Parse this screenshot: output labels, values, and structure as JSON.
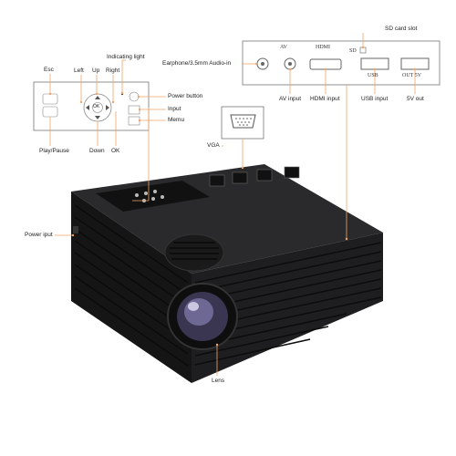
{
  "labels": {
    "sd_card_slot": "SD card slot",
    "indicating_light": "Indicating light",
    "esc": "Esc",
    "left": "Left",
    "up": "Up",
    "right": "Right",
    "earphone": "Earphone/3.5mm Audio-in",
    "power_button": "Power button",
    "input": "Input",
    "menu": "Memu",
    "play_pause": "Play/Pause",
    "down": "Down",
    "ok": "OK",
    "av_input": "AV input",
    "hdmi_input": "HDMI input",
    "usb_input": "USB input",
    "five_v_out": "5V out",
    "vga": "VGA",
    "power_input": "Power iput",
    "lens": "Lens"
  },
  "port_panel": {
    "av": "AV",
    "hdmi": "HDMI",
    "sd": "SD",
    "usb": "USB",
    "out5v": "OUT 5V"
  },
  "keypad": {
    "ok": "OK"
  },
  "colors": {
    "line": "#f0a46a",
    "body": "#1b1b1d",
    "panel_border": "#777777"
  }
}
